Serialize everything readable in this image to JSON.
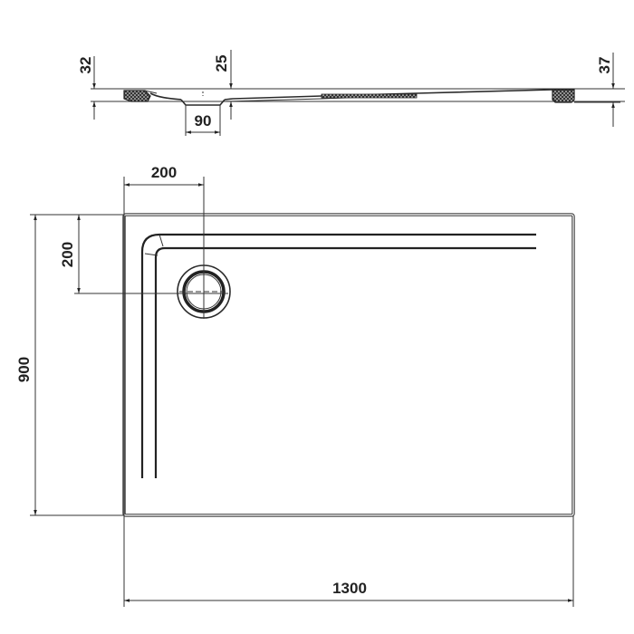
{
  "drawing": {
    "subject": "Rectangular shower tray technical drawing",
    "units": "mm",
    "colors": {
      "line": "#222222",
      "background": "#ffffff",
      "hatch": "#444444"
    }
  },
  "side_view": {
    "dimensions": {
      "left_thickness": "32",
      "drain_depth": "25",
      "drain_width": "90",
      "right_thickness": "37"
    }
  },
  "plan_view": {
    "dimensions": {
      "width": "1300",
      "depth": "900",
      "drain_offset_x": "200",
      "drain_offset_y": "200"
    }
  }
}
